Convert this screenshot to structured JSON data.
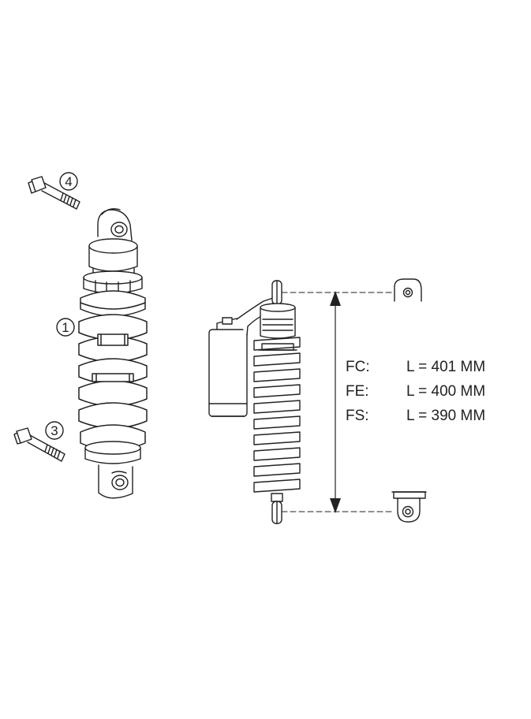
{
  "callouts": {
    "shock": "1",
    "bottom_bolt": "3",
    "top_bolt": "4"
  },
  "length_specs": [
    {
      "model": "FC:",
      "length": "L = 401 MM"
    },
    {
      "model": "FE:",
      "length": "L = 400 MM"
    },
    {
      "model": "FS:",
      "length": "L = 390 MM"
    }
  ],
  "colors": {
    "line": "#222222",
    "background": "#ffffff"
  }
}
